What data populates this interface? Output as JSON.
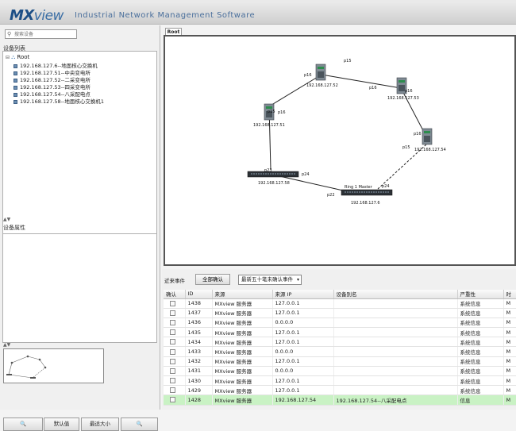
{
  "app": {
    "logo_mx": "MX",
    "logo_view": "view",
    "subtitle": "Industrial Network Management Software"
  },
  "sidebar": {
    "search_placeholder": "搜索设备",
    "device_list_label": "设备列表",
    "root_label": "Root",
    "devices": [
      "192.168.127.6--地面核心交换机",
      "192.168.127.51--中央变电所",
      "192.168.127.52--二采变电所",
      "192.168.127.53--四采变电所",
      "192.168.127.54--八采配电点",
      "192.168.127.58--地面核心交换机1"
    ],
    "properties_label": "设备属性",
    "zoom_in_label": "🔍",
    "default_label": "默认值",
    "fit_label": "最适大小",
    "zoom_out_label": "🔍"
  },
  "topology": {
    "tab_label": "Root",
    "nodes": [
      {
        "ip": "192.168.127.52",
        "type": "switch"
      },
      {
        "ip": "192.168.127.53",
        "type": "switch"
      },
      {
        "ip": "192.168.127.51",
        "type": "switch"
      },
      {
        "ip": "192.168.127.54",
        "type": "switch"
      },
      {
        "ip": "192.168.127.58",
        "type": "rack"
      },
      {
        "ip": "192.168.127.6",
        "type": "rack"
      }
    ],
    "ports": [
      "p16",
      "p15",
      "p16",
      "p16",
      "p16",
      "p15",
      "p16",
      "p15",
      "p23",
      "p24",
      "p22",
      "p24"
    ],
    "ring_label": "Ring 1 Master"
  },
  "events": {
    "label": "近来事件",
    "confirm_all": "全部确认",
    "filter_value": "最新五十笔未确认事件",
    "columns": [
      "确认",
      "ID",
      "来源",
      "来源 IP",
      "设备别名",
      "严重性",
      "时"
    ],
    "rows": [
      {
        "id": "1438",
        "source": "MXview 服务器",
        "ip": "127.0.0.1",
        "alias": "",
        "severity": "系统信息",
        "extra": "M"
      },
      {
        "id": "1437",
        "source": "MXview 服务器",
        "ip": "127.0.0.1",
        "alias": "",
        "severity": "系统信息",
        "extra": "M"
      },
      {
        "id": "1436",
        "source": "MXview 服务器",
        "ip": "0.0.0.0",
        "alias": "",
        "severity": "系统信息",
        "extra": "M"
      },
      {
        "id": "1435",
        "source": "MXview 服务器",
        "ip": "127.0.0.1",
        "alias": "",
        "severity": "系统信息",
        "extra": "M"
      },
      {
        "id": "1434",
        "source": "MXview 服务器",
        "ip": "127.0.0.1",
        "alias": "",
        "severity": "系统信息",
        "extra": "M"
      },
      {
        "id": "1433",
        "source": "MXview 服务器",
        "ip": "0.0.0.0",
        "alias": "",
        "severity": "系统信息",
        "extra": "M"
      },
      {
        "id": "1432",
        "source": "MXview 服务器",
        "ip": "127.0.0.1",
        "alias": "",
        "severity": "系统信息",
        "extra": "M"
      },
      {
        "id": "1431",
        "source": "MXview 服务器",
        "ip": "0.0.0.0",
        "alias": "",
        "severity": "系统信息",
        "extra": "M"
      },
      {
        "id": "1430",
        "source": "MXview 服务器",
        "ip": "127.0.0.1",
        "alias": "",
        "severity": "系统信息",
        "extra": "M"
      },
      {
        "id": "1429",
        "source": "MXview 服务器",
        "ip": "127.0.0.1",
        "alias": "",
        "severity": "系统信息",
        "extra": "M"
      },
      {
        "id": "1428",
        "source": "MXview 服务器",
        "ip": "192.168.127.54",
        "alias": "192.168.127.54--八采配电点",
        "severity": "信息",
        "extra": "M"
      }
    ]
  }
}
